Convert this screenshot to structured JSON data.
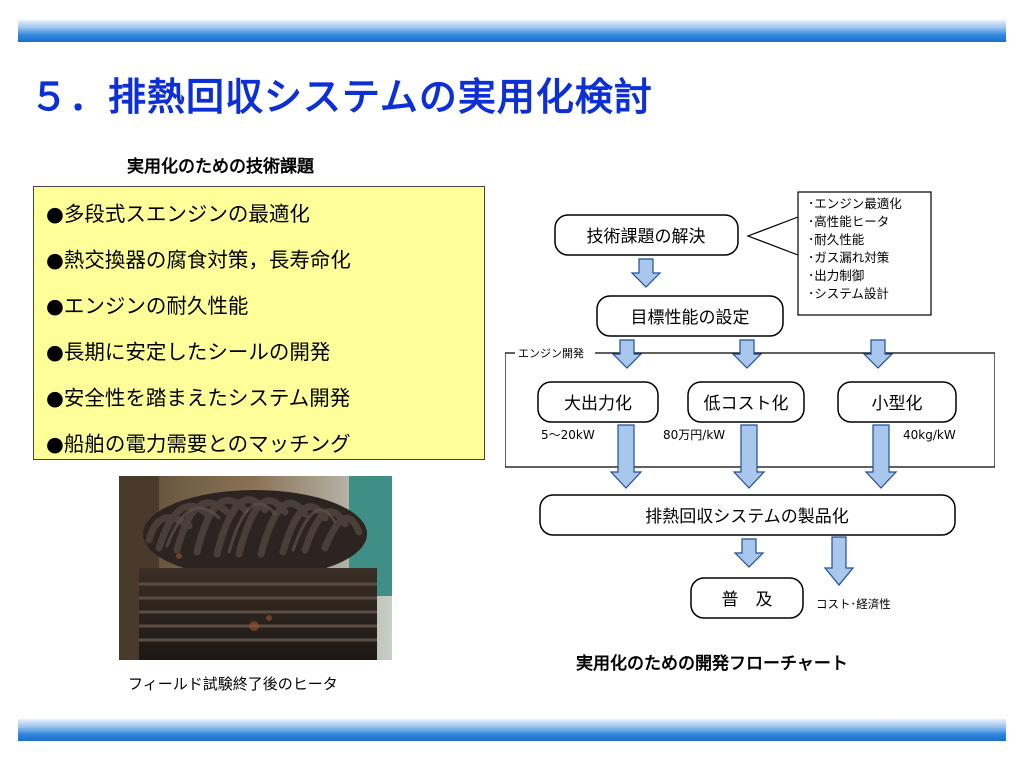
{
  "slide": {
    "title": "５．排熱回収システムの実用化検討",
    "tasks_heading": "実用化のための技術課題",
    "tasks": [
      "●多段式スエンジンの最適化",
      "●熱交換器の腐食対策，長寿命化",
      "●エンジンの耐久性能",
      "●長期に安定したシールの開発",
      "●安全性を踏まえたシステム開発",
      "●船舶の電力需要とのマッチング"
    ],
    "photo_caption": "フィールド試験終了後のヒータ",
    "flow_caption": "実用化のための開発フローチャート"
  },
  "flow": {
    "tech_solution": "技術課題の解決",
    "callout_items": [
      "･エンジン最適化",
      "･高性能ヒータ",
      "･耐久性能",
      "･ガス漏れ対策",
      "･出力制御",
      "･システム設計"
    ],
    "target_setting": "目標性能の設定",
    "group_label": "エンジン開発",
    "branch_high_output": "大出力化",
    "branch_low_cost": "低コスト化",
    "branch_compact": "小型化",
    "spec_high_output": "5～20kW",
    "spec_low_cost": "80万円/kW",
    "spec_compact": "40kg/kW",
    "productization": "排熱回収システムの製品化",
    "diffusion": "普　及",
    "cost_note": "コスト･経済性"
  },
  "colors": {
    "title": "#0d2fd6",
    "task_box_bg": "#ffff99",
    "arrow_fill": "#a9c6ec",
    "arrow_stroke": "#1f4f95"
  }
}
